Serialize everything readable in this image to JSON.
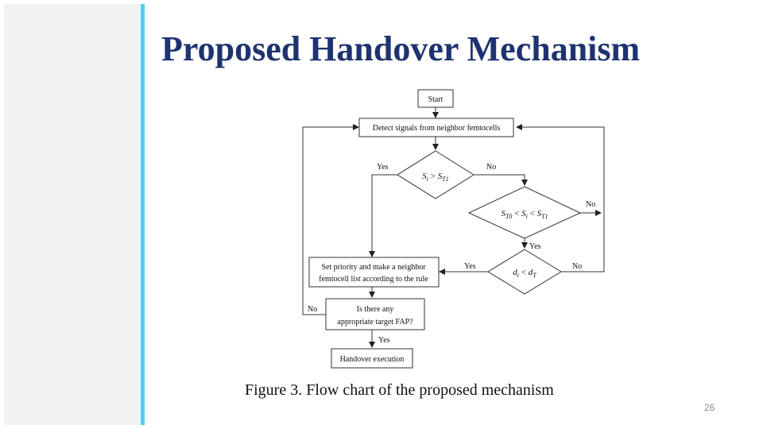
{
  "slide": {
    "title": "Proposed Handover Mechanism",
    "caption": "Figure 3. Flow chart of the proposed mechanism",
    "page_number": "26"
  },
  "colors": {
    "title": "#1f3370",
    "accent_bar": "#4fd1ee",
    "left_panel": "#f2f2f2"
  },
  "flowchart": {
    "start": "Start",
    "detect": "Detect signals from neighbor femtocells",
    "d1_s": "S",
    "d1_sub_i": "i",
    "d1_gt": " > ",
    "d1_st": "S",
    "d1_sub_t1": "T1",
    "d2_s1": "S",
    "d2_sub_t0": "T0",
    "d2_lt1": " < ",
    "d2_s2": "S",
    "d2_sub_i": "i",
    "d2_lt2": " < ",
    "d2_s3": "S",
    "d2_sub_t1": "T1",
    "d3_d": "d",
    "d3_sub_i": "i",
    "d3_lt": " < ",
    "d3_dt": "d",
    "d3_sub_t": "T",
    "priority_line1": "Set priority and make a neighbor",
    "priority_line2": "femtocell list according to the rule",
    "target_line1": "Is there any",
    "target_line2": "appropriate target FAP?",
    "handover": "Handover execution",
    "yes_d1": "Yes",
    "no_d1": "No",
    "no_d2": "No",
    "yes_d2": "Yes",
    "yes_d3": "Yes",
    "no_d3": "No",
    "no_target": "No",
    "yes_target": "Yes"
  }
}
